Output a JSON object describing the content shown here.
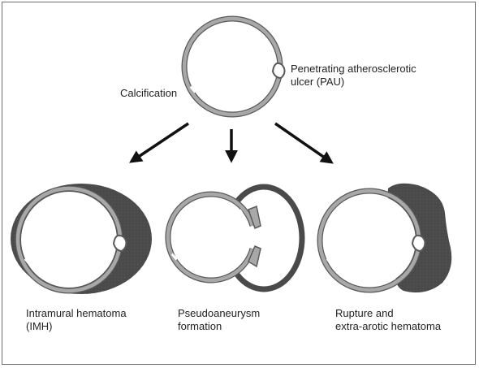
{
  "diagram": {
    "top_labels": {
      "pau": "Penetrating atherosclerotic\nulcer (PAU)",
      "calcification": "Calcification"
    },
    "outcomes": [
      {
        "label": "Intramural hematoma\n(IMH)"
      },
      {
        "label": "Pseudoaneurysm\nformation"
      },
      {
        "label": "Rupture and\nextra-arotic hematoma"
      }
    ]
  },
  "colors": {
    "wall": "#a8a8a8",
    "wall_edge": "#5a5a5a",
    "hematoma": "#4a4a4a",
    "arrow": "#111111",
    "border": "#6e6e6e"
  }
}
